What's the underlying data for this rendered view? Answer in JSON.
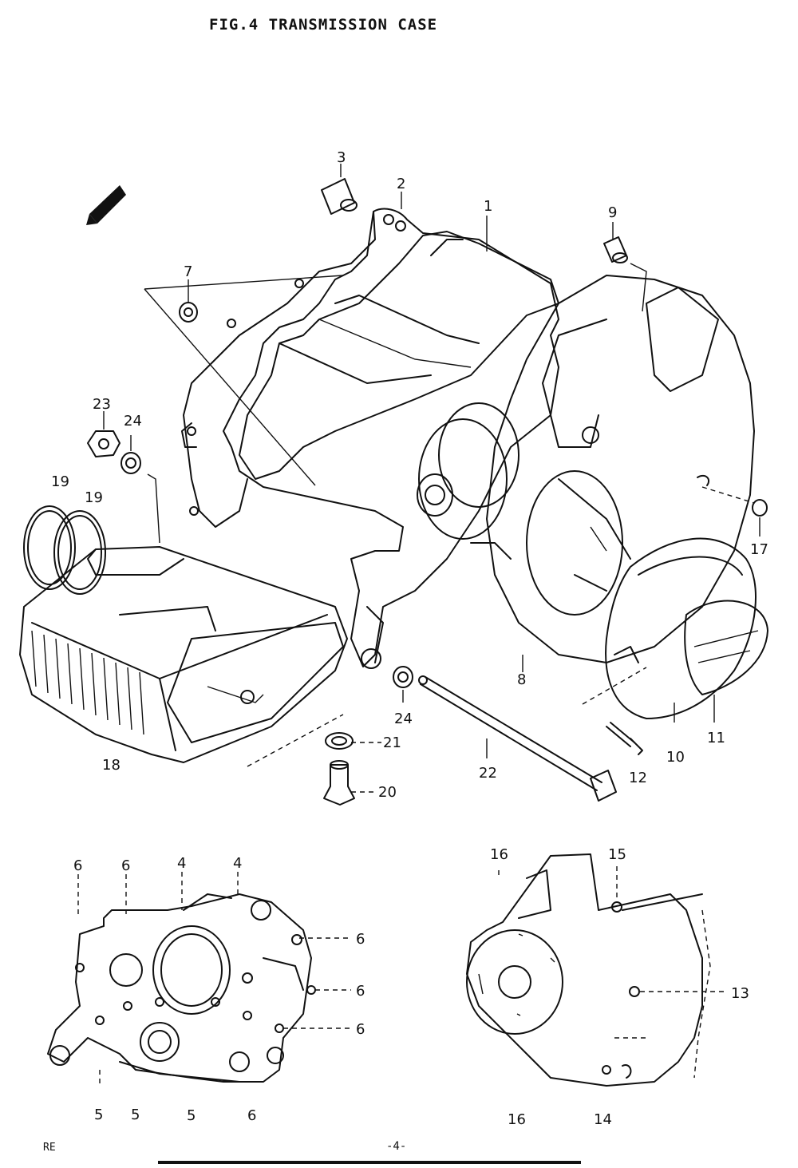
{
  "header": {
    "title": "FIG.4  TRANSMISSION CASE"
  },
  "footer": {
    "page_number": "-4-",
    "corner_text": "RE"
  },
  "callouts": {
    "c1": "1",
    "c2": "2",
    "c3": "3",
    "c7": "7",
    "c9": "9",
    "c23": "23",
    "c24a": "24",
    "c19a": "19",
    "c19b": "19",
    "c17": "17",
    "c8": "8",
    "c24b": "24",
    "c21": "21",
    "c20": "20",
    "c22": "22",
    "c12": "12",
    "c10": "10",
    "c11": "11",
    "c18": "18",
    "c6a": "6",
    "c6b": "6",
    "c4a": "4",
    "c4b": "4",
    "c6c": "6",
    "c6d": "6",
    "c6e": "6",
    "c5a": "5",
    "c5b": "5",
    "c5c": "5",
    "c6f": "6",
    "c16a": "16",
    "c15": "15",
    "c13": "13",
    "c16b": "16",
    "c14": "14"
  }
}
